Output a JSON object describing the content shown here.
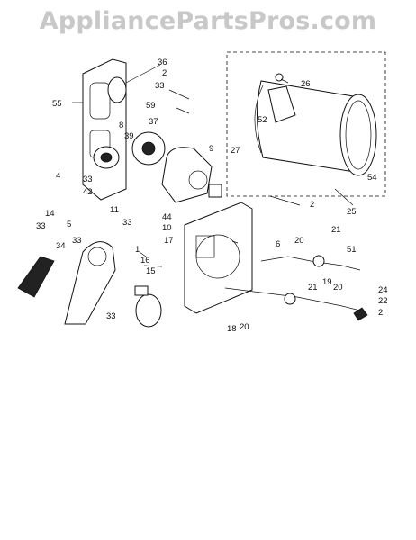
{
  "watermark": "AppliancePartsPros.com",
  "callouts": [
    "55",
    "36",
    "2",
    "33",
    "59",
    "8",
    "37",
    "39",
    "9",
    "26",
    "52",
    "27",
    "54",
    "25",
    "4",
    "33",
    "42",
    "11",
    "2",
    "14",
    "33",
    "5",
    "33",
    "44",
    "10",
    "17",
    "6",
    "20",
    "21",
    "51",
    "34",
    "33",
    "1",
    "16",
    "15",
    "33",
    "21",
    "19",
    "20",
    "24",
    "22",
    "2",
    "18",
    "20"
  ]
}
